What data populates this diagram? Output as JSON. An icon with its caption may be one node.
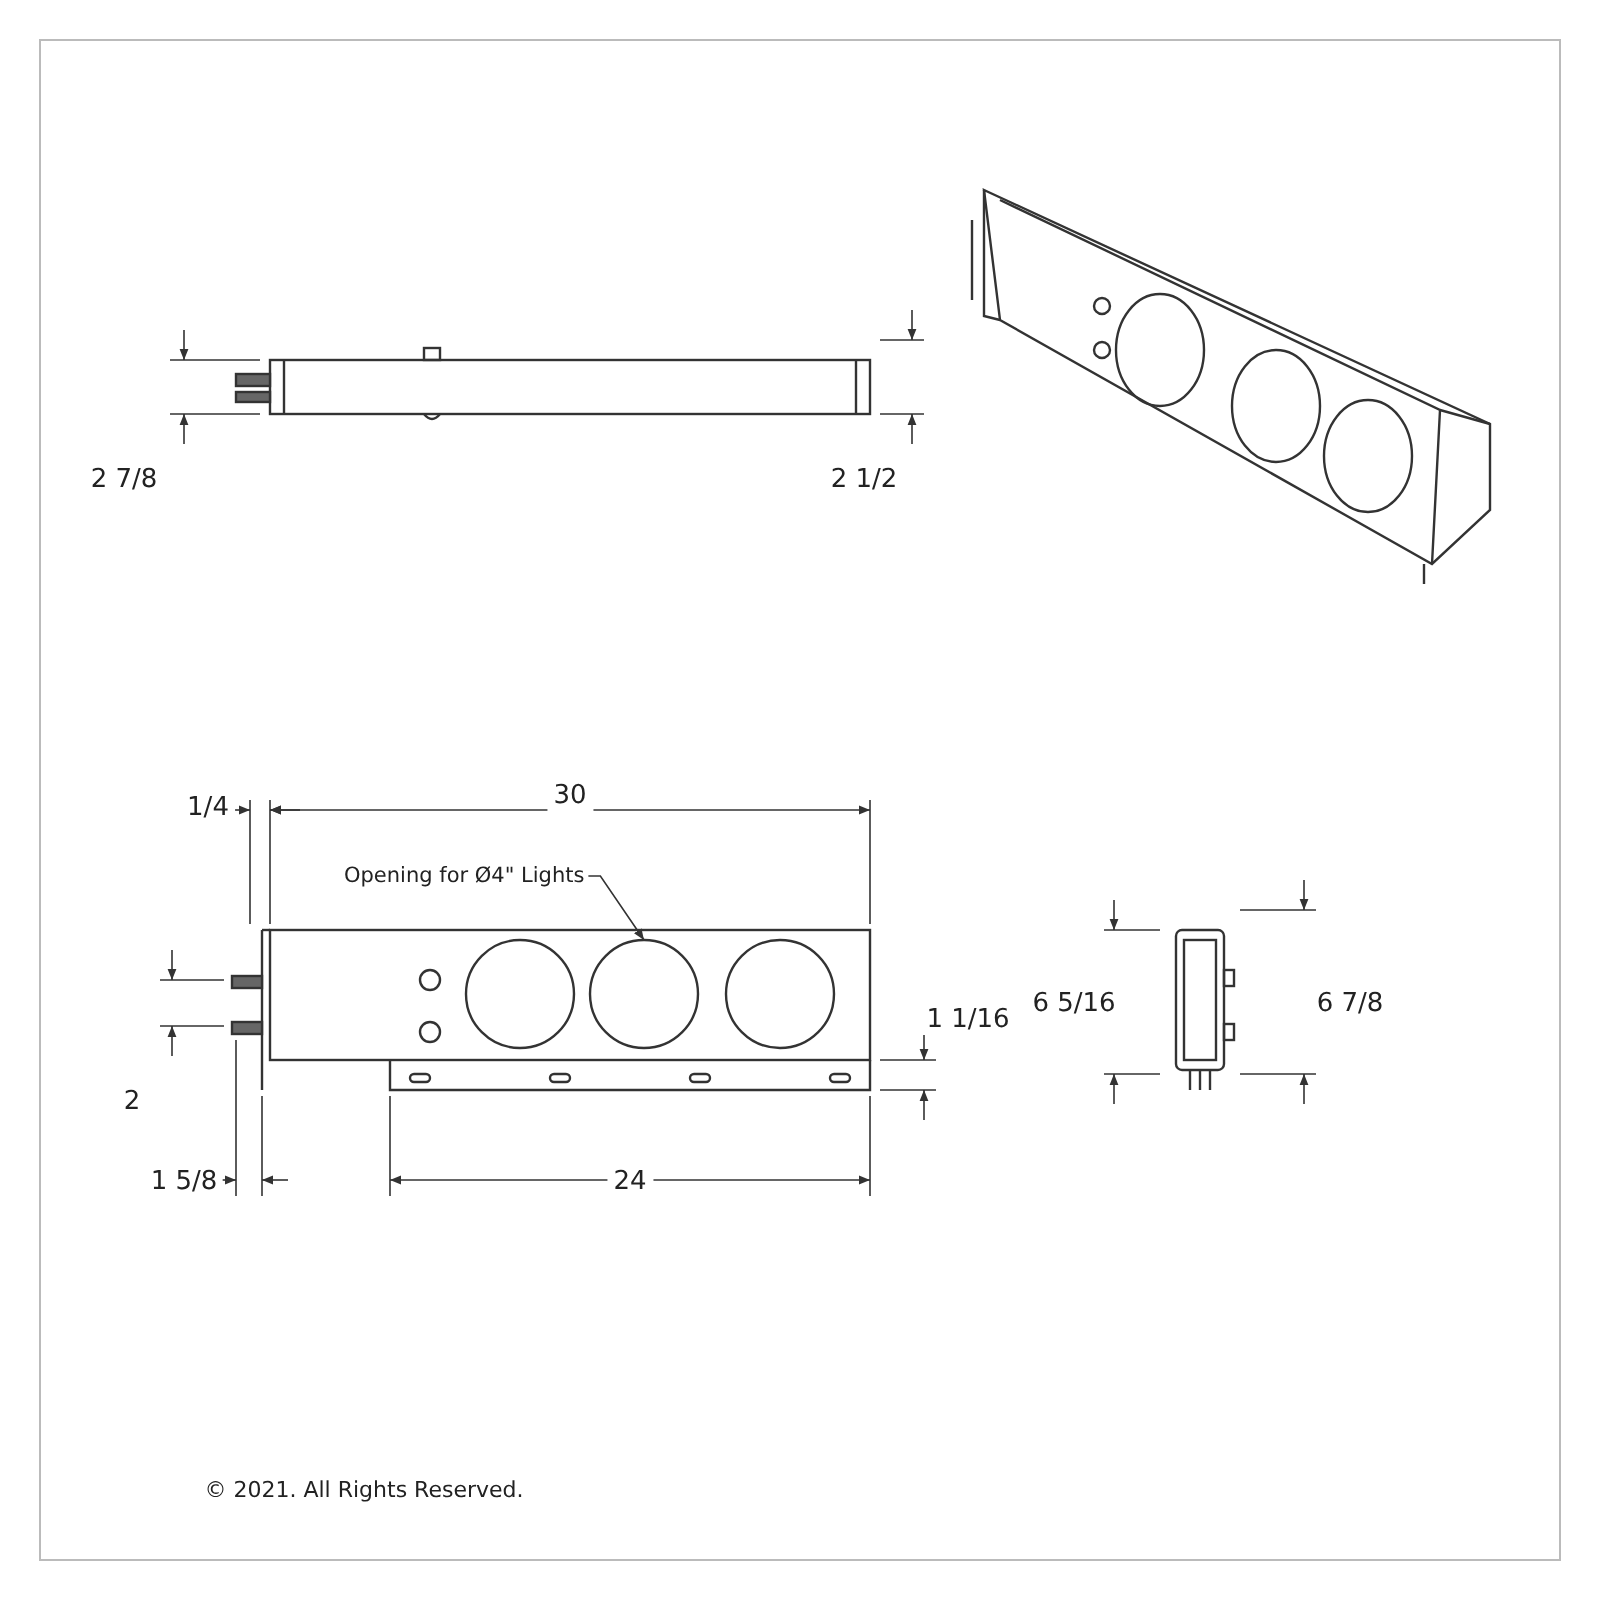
{
  "diagram": {
    "nodes": [
      {
        "text": [
          "Opening for Ø4\" Lights"
        ]
      },
      {
        "text": [],
        "shape": "circle"
      }
    ],
    "edges": [
      {
        "from": 0,
        "to": 1,
        "arrow": "to"
      }
    ],
    "labels": [
      "2 7/8",
      "2 1/2",
      "1/4",
      "30",
      "1 1/16",
      "6 5/16",
      "6 7/8",
      "2",
      "1 5/8",
      "24",
      "© 2021. All Rights Reserved."
    ]
  }
}
